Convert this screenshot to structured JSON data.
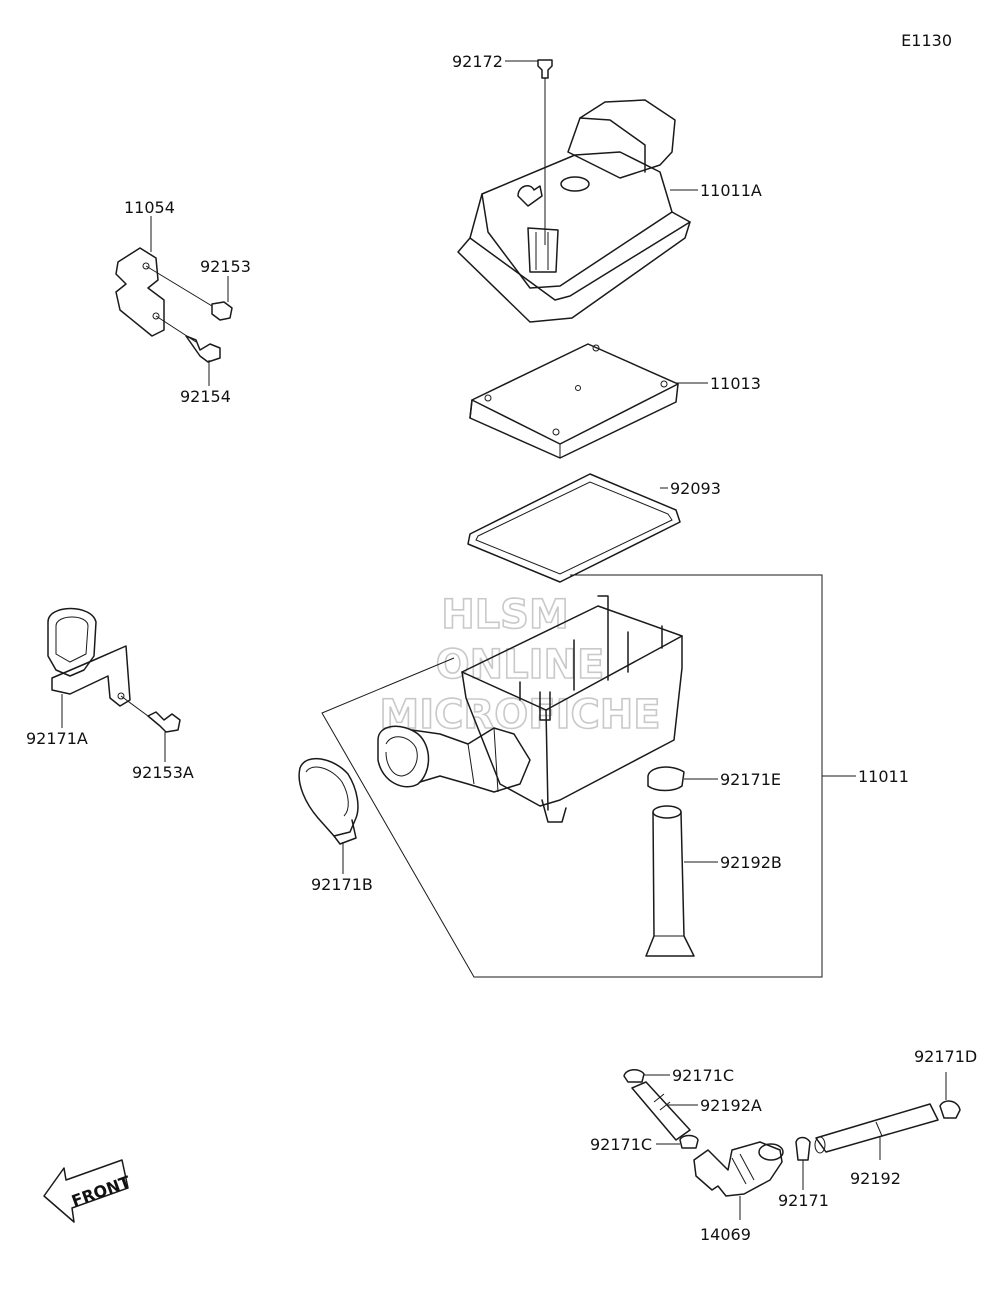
{
  "diagram_id": "E1130",
  "watermark": [
    "HLSM",
    "ONLINE",
    "MICROFICHE"
  ],
  "front_arrow_label": "FRONT",
  "callouts": {
    "p92172": "92172",
    "p11011A": "11011A",
    "p11054": "11054",
    "p92153": "92153",
    "p92154": "92154",
    "p11013": "11013",
    "p92093": "92093",
    "p92171A": "92171A",
    "p92153A": "92153A",
    "p92171E": "92171E",
    "p11011": "11011",
    "p92192B": "92192B",
    "p92171B": "92171B",
    "p92171C_top": "92171C",
    "p92192A": "92192A",
    "p92171C_bottom": "92171C",
    "p14069": "14069",
    "p92171": "92171",
    "p92192": "92192",
    "p92171D": "92171D"
  }
}
